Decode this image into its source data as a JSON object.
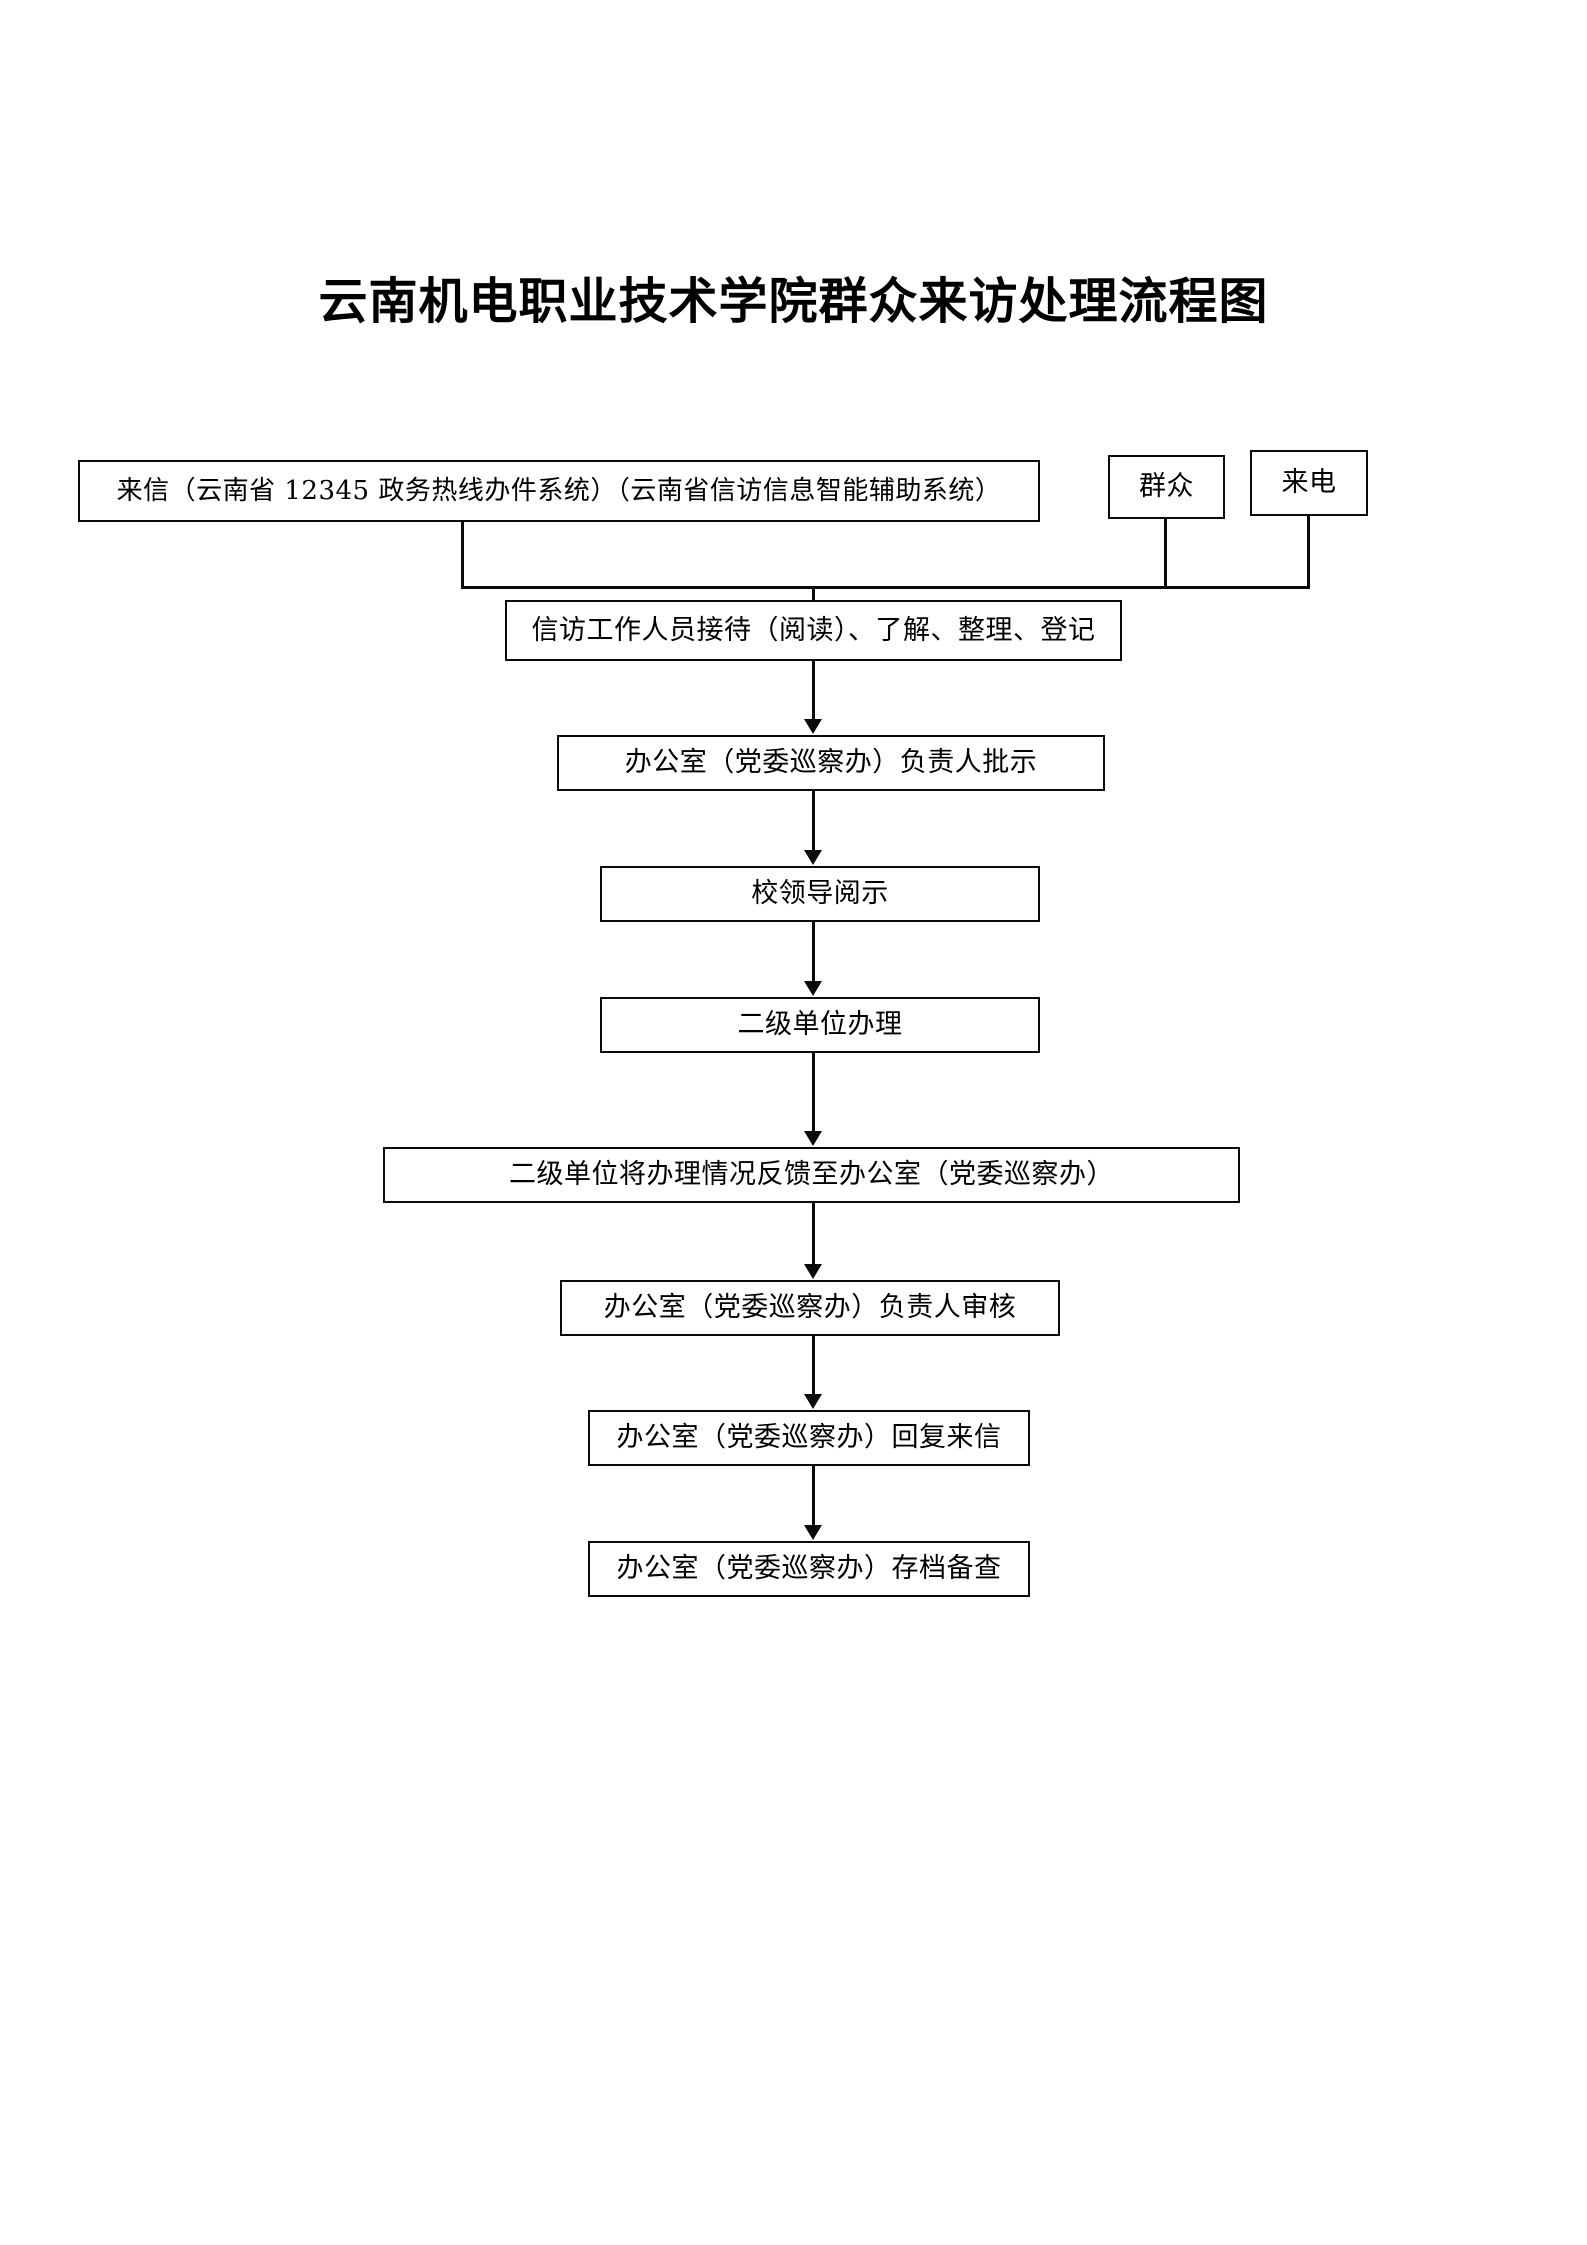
{
  "document": {
    "title": "云南机电职业技术学院群众来访处理流程图"
  },
  "flowchart": {
    "type": "flowchart",
    "orientation": "top-to-bottom",
    "nodes": [
      {
        "id": "n1",
        "label": "来信（云南省 12345 政务热线办件系统）（云南省信访信息智能辅助系统）"
      },
      {
        "id": "n2",
        "label": "群众"
      },
      {
        "id": "n3",
        "label": "来电"
      },
      {
        "id": "n4",
        "label": "信访工作人员接待（阅读）、了解、整理、登记"
      },
      {
        "id": "n5",
        "label": "办公室（党委巡察办）负责人批示"
      },
      {
        "id": "n6",
        "label": "校领导阅示"
      },
      {
        "id": "n7",
        "label": "二级单位办理"
      },
      {
        "id": "n8",
        "label": "二级单位将办理情况反馈至办公室（党委巡察办）"
      },
      {
        "id": "n9",
        "label": "办公室（党委巡察办）负责人审核"
      },
      {
        "id": "n10",
        "label": "办公室（党委巡察办）回复来信"
      },
      {
        "id": "n11",
        "label": "办公室（党委巡察办）存档备查"
      }
    ],
    "edges": [
      {
        "from": "n1",
        "to": "n4",
        "style": "elbow-merge"
      },
      {
        "from": "n2",
        "to": "n4",
        "style": "elbow-merge"
      },
      {
        "from": "n3",
        "to": "n4",
        "style": "elbow-merge"
      },
      {
        "from": "n4",
        "to": "n5",
        "style": "arrow"
      },
      {
        "from": "n5",
        "to": "n6",
        "style": "arrow"
      },
      {
        "from": "n6",
        "to": "n7",
        "style": "arrow"
      },
      {
        "from": "n7",
        "to": "n8",
        "style": "arrow"
      },
      {
        "from": "n8",
        "to": "n9",
        "style": "arrow"
      },
      {
        "from": "n9",
        "to": "n10",
        "style": "arrow"
      },
      {
        "from": "n10",
        "to": "n11",
        "style": "arrow"
      }
    ],
    "colors": {
      "stroke": "#0a0a0a",
      "fill": "#ffffff",
      "text": "#000000"
    }
  }
}
